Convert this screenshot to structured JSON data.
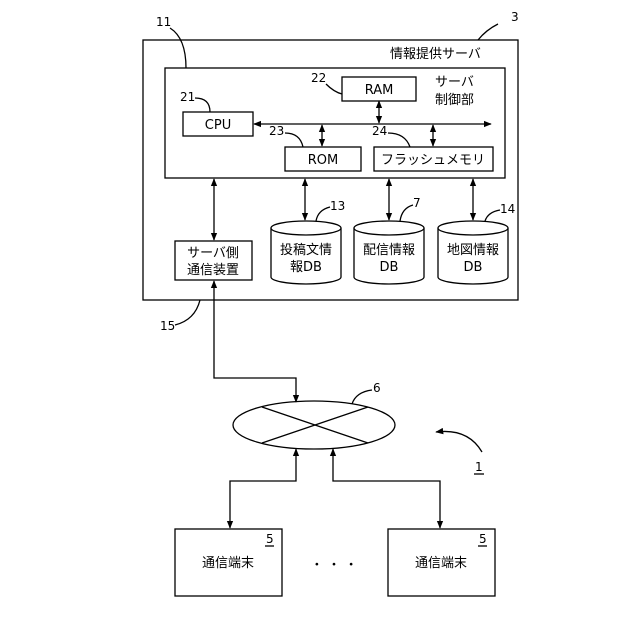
{
  "server": {
    "title": "情報提供サーバ",
    "ref": "3",
    "control": {
      "ref": "11",
      "title_line1": "サーバ",
      "title_line2": "制御部",
      "cpu": {
        "label": "CPU",
        "ref": "21"
      },
      "ram": {
        "label": "RAM",
        "ref": "22"
      },
      "rom": {
        "label": "ROM",
        "ref": "23"
      },
      "flash": {
        "label": "フラッシュメモリ",
        "ref": "24"
      }
    },
    "comm_device": {
      "line1": "サーバ側",
      "line2": "通信装置",
      "ref": "15"
    },
    "databases": [
      {
        "line1": "投稿文情",
        "line2": "報DB",
        "ref": "13"
      },
      {
        "line1": "配信情報",
        "line2": "DB",
        "ref": "7"
      },
      {
        "line1": "地図情報",
        "line2": "DB",
        "ref": "14"
      }
    ]
  },
  "network": {
    "ref": "6"
  },
  "system": {
    "ref": "1"
  },
  "terminals": [
    {
      "label": "通信端末",
      "ref": "5"
    },
    {
      "label": "通信端末",
      "ref": "5"
    }
  ],
  "ellipsis": "・ ・ ・"
}
